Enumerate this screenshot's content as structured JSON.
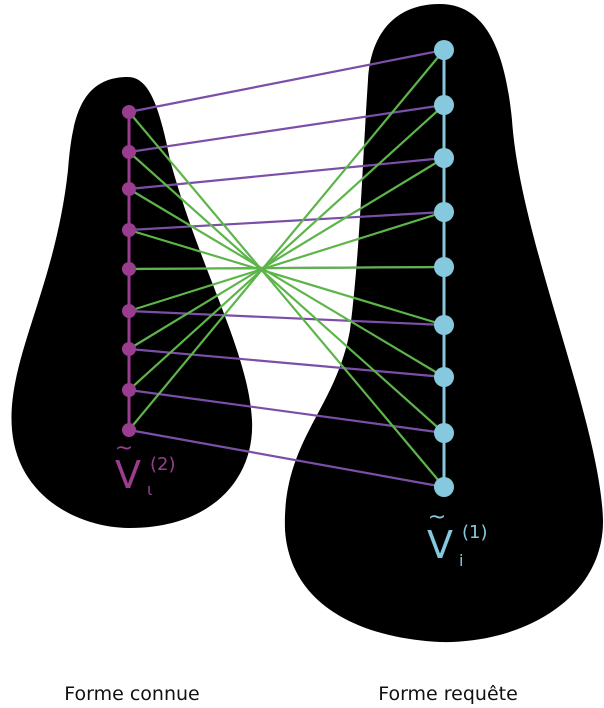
{
  "left_shape": {
    "symbol": "V",
    "accent": "~",
    "superscript": "(2)",
    "subscript": "ι",
    "caption": "Forme connue",
    "color": "#9b3d8f",
    "vertex_count": 9
  },
  "right_shape": {
    "symbol": "V",
    "accent": "~",
    "superscript": "(1)",
    "subscript": "i",
    "caption": "Forme requête",
    "color": "#86c9df",
    "vertex_count": 9
  },
  "colors": {
    "shape_fill": "#000000",
    "correct_match_line": "#7b4fa8",
    "crossing_match_line": "#5db54a"
  }
}
